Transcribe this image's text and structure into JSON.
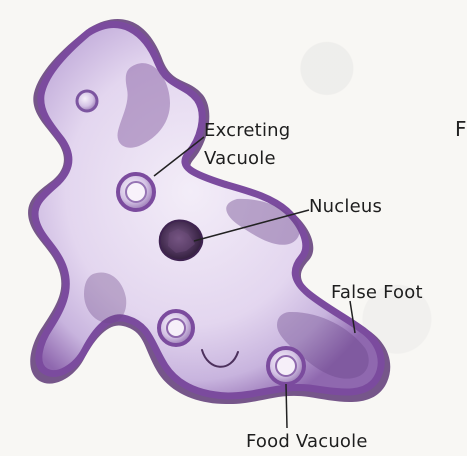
{
  "diagram": {
    "labels": {
      "excreting_line_1": "Excreting",
      "excreting_line_2": "Vacuole",
      "nucleus": "Nucleus",
      "false_foot": "False Foot",
      "food_vacuole": "Food Vacuole",
      "corner_letter": "F"
    },
    "colors": {
      "outline": "#7b4b9e",
      "outline_dark": "#3f2351",
      "cell_fill": "#c8b4de",
      "cell_inner": "#efe6f7",
      "nucleus": "#4a3158",
      "leader_line": "#222222"
    }
  }
}
